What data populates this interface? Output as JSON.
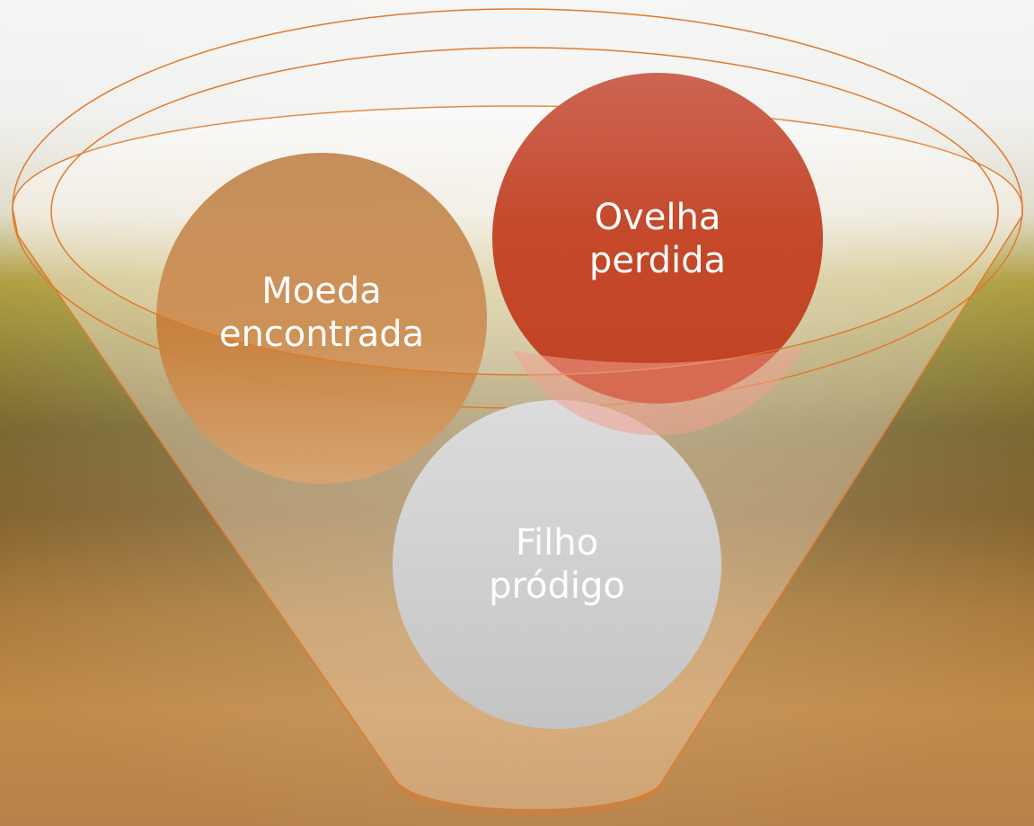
{
  "diagram": {
    "type": "funnel",
    "circles": [
      {
        "id": "moeda",
        "text": "Moeda\nencontrada",
        "color": "#b5651e"
      },
      {
        "id": "ovelha",
        "text": "Ovelha\nperdida",
        "color": "#b8310f"
      },
      {
        "id": "filho",
        "text": "Filho\npródigo",
        "color": "#c8c8c8"
      }
    ],
    "colors": {
      "funnel_outline": "#e07a2e",
      "sky": "#f2f2f2",
      "field": "#8a7a2a",
      "ground": "#c98a45"
    }
  }
}
